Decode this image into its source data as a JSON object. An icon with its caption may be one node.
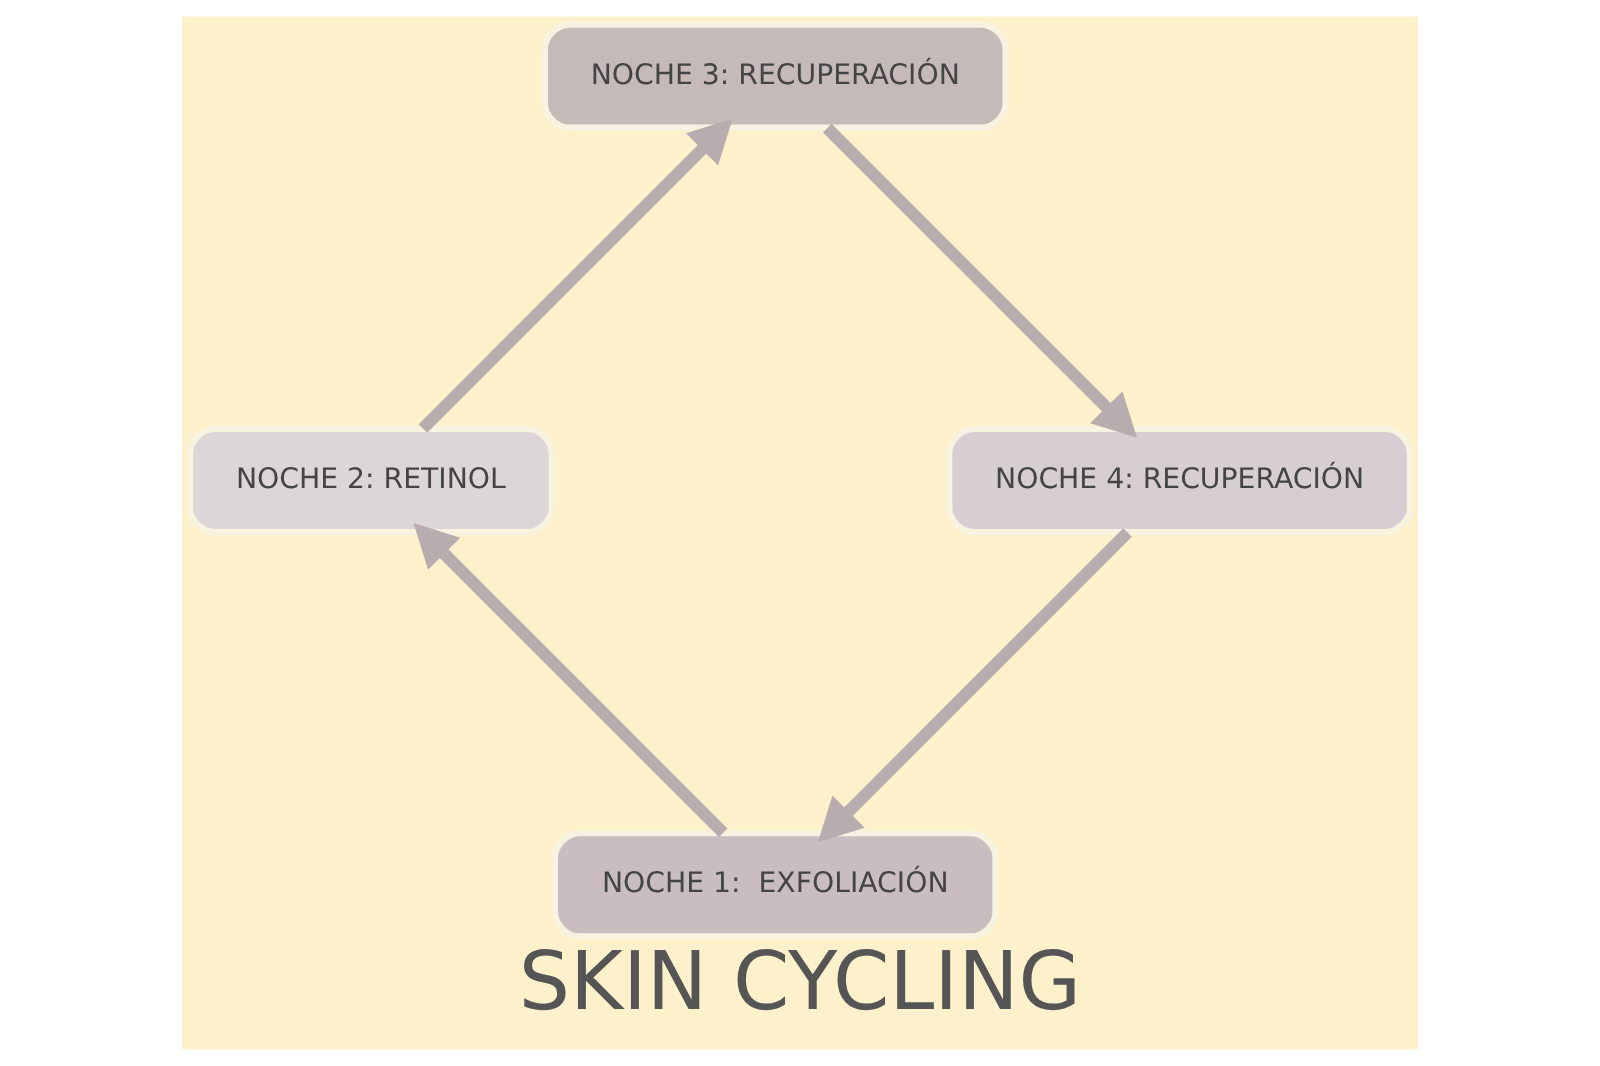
{
  "diagram": {
    "title": "SKIN CYCLING",
    "nodes": [
      {
        "text": [
          "NOCHE 1:  EXFOLIACIÓN"
        ]
      },
      {
        "text": [
          "NOCHE 2: RETINOL"
        ]
      },
      {
        "text": [
          "NOCHE 3: RECUPERACIÓN"
        ]
      },
      {
        "text": [
          "NOCHE 4: RECUPERACIÓN"
        ]
      }
    ],
    "edges": [
      {
        "from": 0,
        "to": 1,
        "arrow": "to"
      },
      {
        "from": 1,
        "to": 2,
        "arrow": "to"
      },
      {
        "from": 2,
        "to": 3,
        "arrow": "to"
      },
      {
        "from": 3,
        "to": 0,
        "arrow": "to"
      }
    ]
  }
}
